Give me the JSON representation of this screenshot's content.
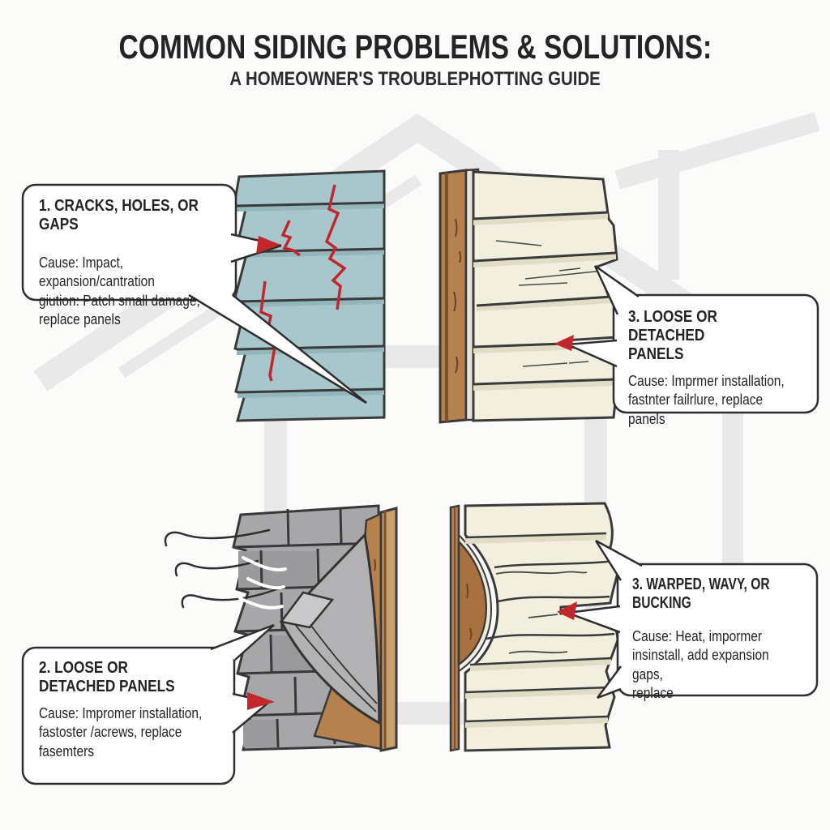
{
  "header": {
    "title": "COMMON SIDING PROBLEMS & SOLUTIONS:",
    "subtitle": "A HOMEOWNER'S TROUBLEPHOTTING GUIDE"
  },
  "callouts": [
    {
      "heading": "1. CRACKS, HOLES, OR GAPS",
      "body": [
        "Cause: Impact, expansion/cantration",
        "giution: Patch small damage,",
        "replace panels"
      ]
    },
    {
      "heading": [
        "3. LOOSE OR DETACHED",
        "PANELS"
      ],
      "body": [
        "Cause: Imprmer installation,",
        "fastnter failrlure, replace",
        "panels"
      ]
    },
    {
      "heading": [
        "2. LOOSE OR",
        "DETACHED PANELS"
      ],
      "body": [
        "Cause: Impromer installation,",
        "fastoster /acrews, replace",
        "fasemters"
      ]
    },
    {
      "heading": "3. WARPED, WAVY, OR BUCKING",
      "body": [
        "Cause: Heat, impormer",
        "insinstall, add expansion gaps,",
        "replace"
      ]
    }
  ],
  "figures": [
    {
      "name": "blue lap siding panel with red cracks"
    },
    {
      "name": "cream lap siding with loose detached panel over wood sheathing"
    },
    {
      "name": "gray shingle siding peeling away from wood wall in wind"
    },
    {
      "name": "cream lap siding warped and buckling over wood sheathing"
    }
  ],
  "colors": {
    "accent_red": "#c1272d",
    "siding_blue": "#a8c7cd",
    "siding_blue_shadow": "#93b6bc",
    "siding_cream": "#f2efdf",
    "siding_cream_shadow": "#e0dcc6",
    "wood_brown": "#b5824f",
    "wood_brown_light": "#c9a06d",
    "shingle_gray": "#a7a7a9",
    "watermark": "#e9e9ea",
    "ink": "#2e2e2e"
  }
}
